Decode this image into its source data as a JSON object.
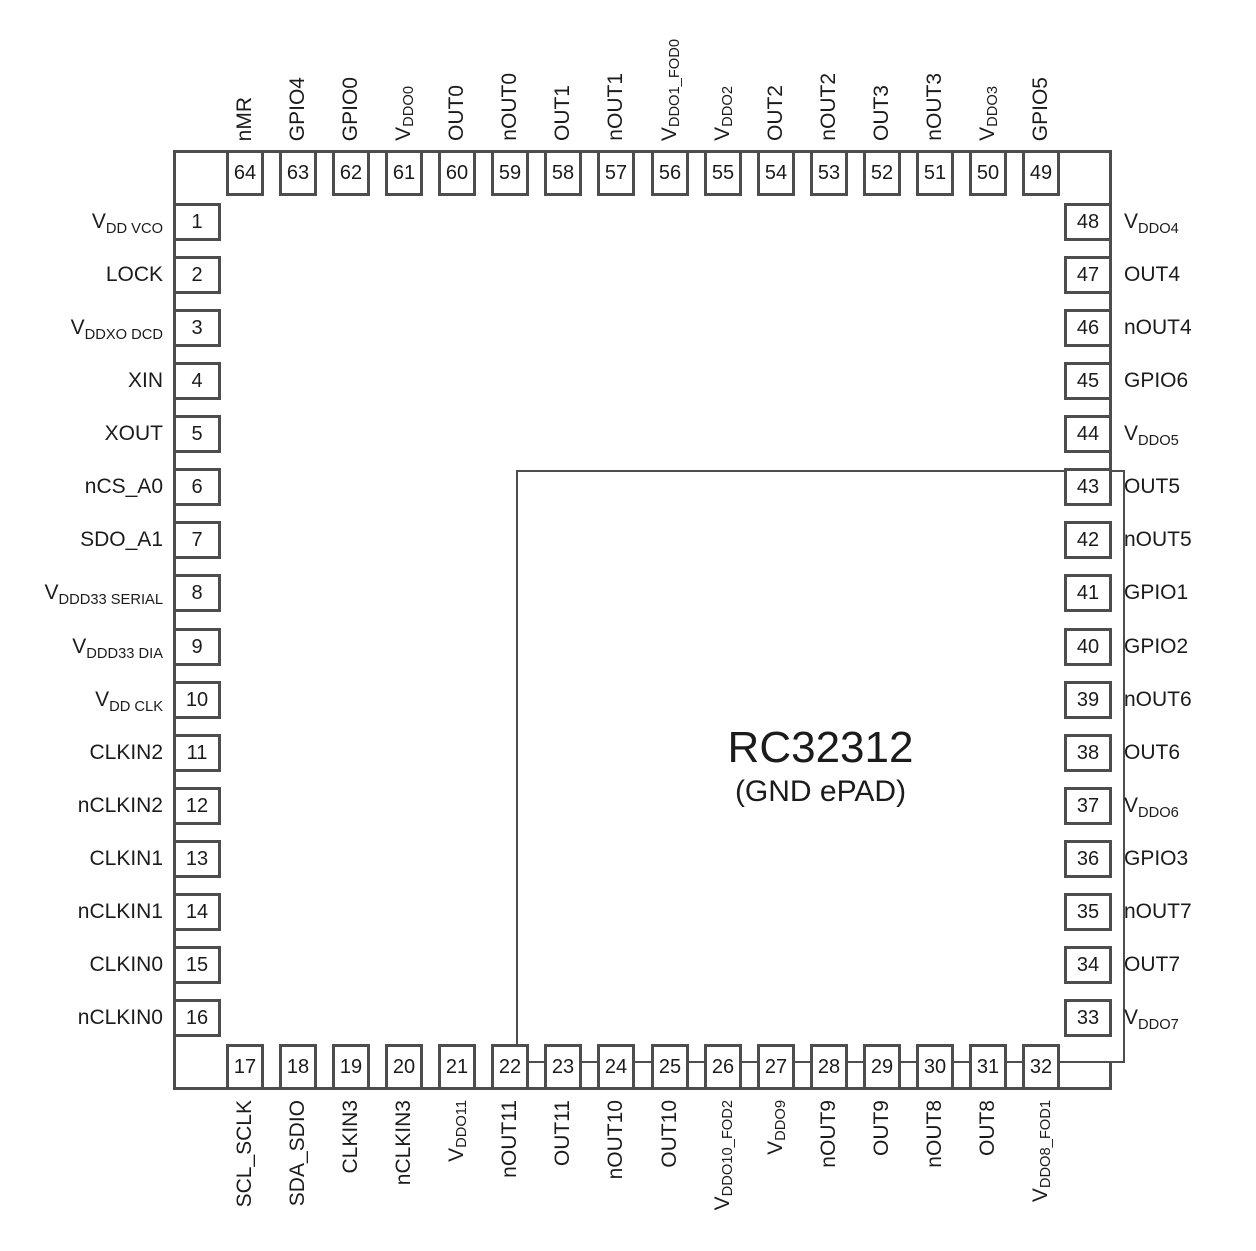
{
  "chip": {
    "name": "RC32312",
    "epad_note": "(GND ePAD)"
  },
  "colors": {
    "line": "#4d4d4d",
    "text": "#1b1b1b"
  },
  "label_note": "tilde pairs mark subscript runs, e.g. V~DDO4~ renders as V with subscript DDO4",
  "sides": {
    "left": {
      "order": "top-to-bottom",
      "pins": [
        {
          "num": 1,
          "label": "V~DD VCO~"
        },
        {
          "num": 2,
          "label": "LOCK"
        },
        {
          "num": 3,
          "label": "V~DDXO DCD~"
        },
        {
          "num": 4,
          "label": "XIN"
        },
        {
          "num": 5,
          "label": "XOUT"
        },
        {
          "num": 6,
          "label": "nCS_A0"
        },
        {
          "num": 7,
          "label": "SDO_A1"
        },
        {
          "num": 8,
          "label": "V~DDD33 SERIAL~"
        },
        {
          "num": 9,
          "label": "V~DDD33 DIA~"
        },
        {
          "num": 10,
          "label": "V~DD CLK~"
        },
        {
          "num": 11,
          "label": "CLKIN2"
        },
        {
          "num": 12,
          "label": "nCLKIN2"
        },
        {
          "num": 13,
          "label": "CLKIN1"
        },
        {
          "num": 14,
          "label": "nCLKIN1"
        },
        {
          "num": 15,
          "label": "CLKIN0"
        },
        {
          "num": 16,
          "label": "nCLKIN0"
        }
      ]
    },
    "bottom": {
      "order": "left-to-right",
      "pins": [
        {
          "num": 17,
          "label": "SCL_SCLK"
        },
        {
          "num": 18,
          "label": "SDA_SDIO"
        },
        {
          "num": 19,
          "label": "CLKIN3"
        },
        {
          "num": 20,
          "label": "nCLKIN3"
        },
        {
          "num": 21,
          "label": "V~DDO11~"
        },
        {
          "num": 22,
          "label": "nOUT11"
        },
        {
          "num": 23,
          "label": "OUT11"
        },
        {
          "num": 24,
          "label": "nOUT10"
        },
        {
          "num": 25,
          "label": "OUT10"
        },
        {
          "num": 26,
          "label": "V~DDO10_FOD2~"
        },
        {
          "num": 27,
          "label": "V~DDO9~"
        },
        {
          "num": 28,
          "label": "nOUT9"
        },
        {
          "num": 29,
          "label": "OUT9"
        },
        {
          "num": 30,
          "label": "nOUT8"
        },
        {
          "num": 31,
          "label": "OUT8"
        },
        {
          "num": 32,
          "label": "V~DDO8_FOD1~"
        }
      ]
    },
    "right": {
      "order": "top-to-bottom",
      "pins": [
        {
          "num": 48,
          "label": "V~DDO4~"
        },
        {
          "num": 47,
          "label": "OUT4"
        },
        {
          "num": 46,
          "label": "nOUT4"
        },
        {
          "num": 45,
          "label": "GPIO6"
        },
        {
          "num": 44,
          "label": "V~DDO5~"
        },
        {
          "num": 43,
          "label": "OUT5"
        },
        {
          "num": 42,
          "label": "nOUT5"
        },
        {
          "num": 41,
          "label": "GPIO1"
        },
        {
          "num": 40,
          "label": "GPIO2"
        },
        {
          "num": 39,
          "label": "nOUT6"
        },
        {
          "num": 38,
          "label": "OUT6"
        },
        {
          "num": 37,
          "label": "V~DDO6~"
        },
        {
          "num": 36,
          "label": "GPIO3"
        },
        {
          "num": 35,
          "label": "nOUT7"
        },
        {
          "num": 34,
          "label": "OUT7"
        },
        {
          "num": 33,
          "label": "V~DDO7~"
        }
      ]
    },
    "top": {
      "order": "left-to-right",
      "pins": [
        {
          "num": 64,
          "label": "nMR"
        },
        {
          "num": 63,
          "label": "GPIO4"
        },
        {
          "num": 62,
          "label": "GPIO0"
        },
        {
          "num": 61,
          "label": "V~DDO0~"
        },
        {
          "num": 60,
          "label": "OUT0"
        },
        {
          "num": 59,
          "label": "nOUT0"
        },
        {
          "num": 58,
          "label": "OUT1"
        },
        {
          "num": 57,
          "label": "nOUT1"
        },
        {
          "num": 56,
          "label": "V~DDO1_FOD0~"
        },
        {
          "num": 55,
          "label": "V~DDO2~"
        },
        {
          "num": 54,
          "label": "OUT2"
        },
        {
          "num": 53,
          "label": "nOUT2"
        },
        {
          "num": 52,
          "label": "OUT3"
        },
        {
          "num": 51,
          "label": "nOUT3"
        },
        {
          "num": 50,
          "label": "V~DDO3~"
        },
        {
          "num": 49,
          "label": "GPIO5"
        }
      ]
    }
  }
}
